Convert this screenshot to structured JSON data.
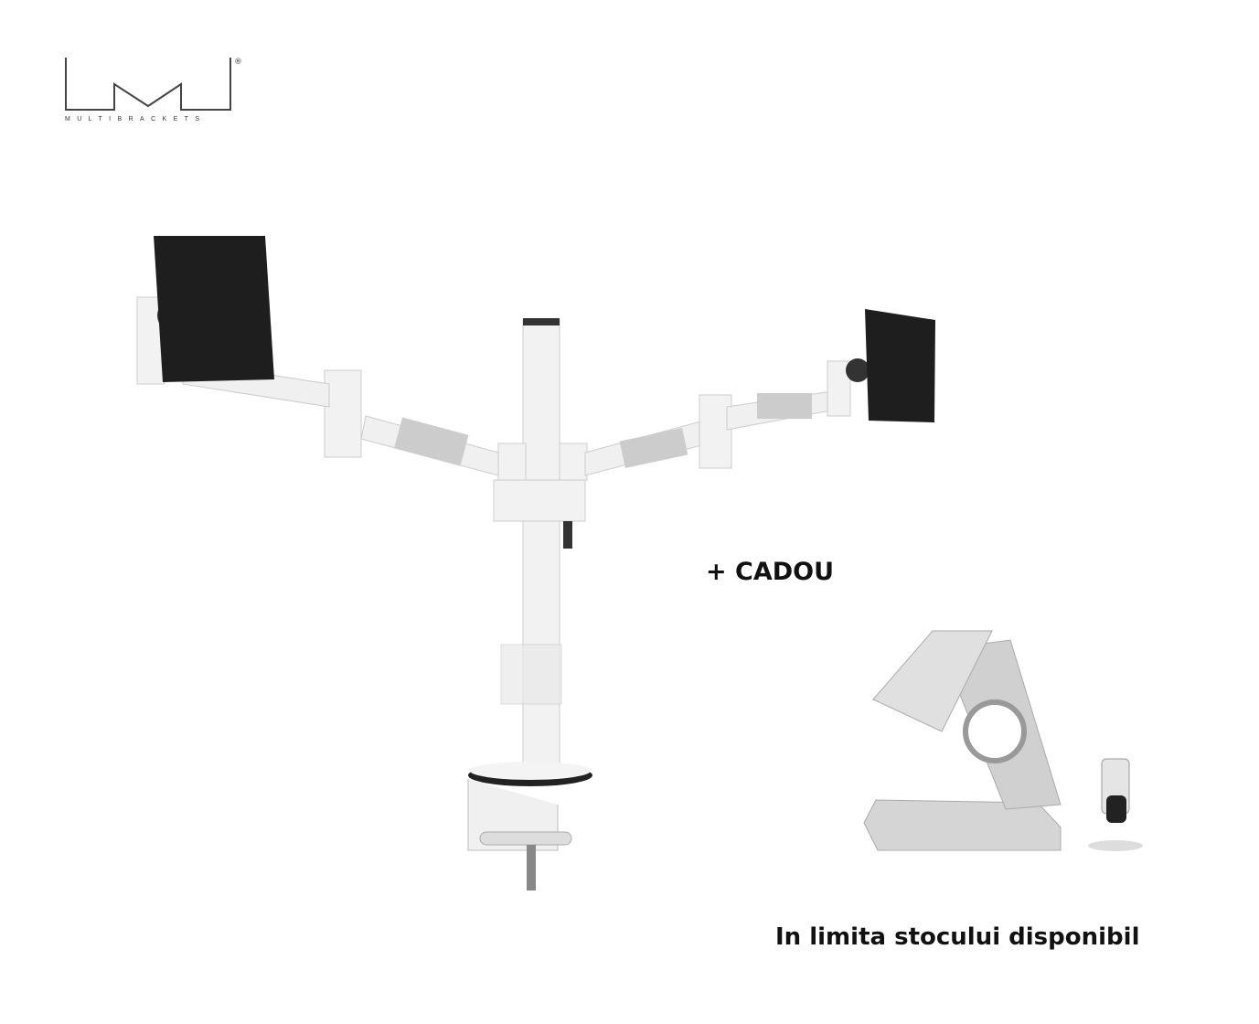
{
  "brand": {
    "name": "MULTIBRACKETS",
    "registered": "®"
  },
  "promo": {
    "gift_label": "+ CADOU",
    "stock_note": "In limita stocului disponibil"
  },
  "colors": {
    "arm": "#eeeeee",
    "plate": "#1e1e1e",
    "text": "#111111"
  }
}
